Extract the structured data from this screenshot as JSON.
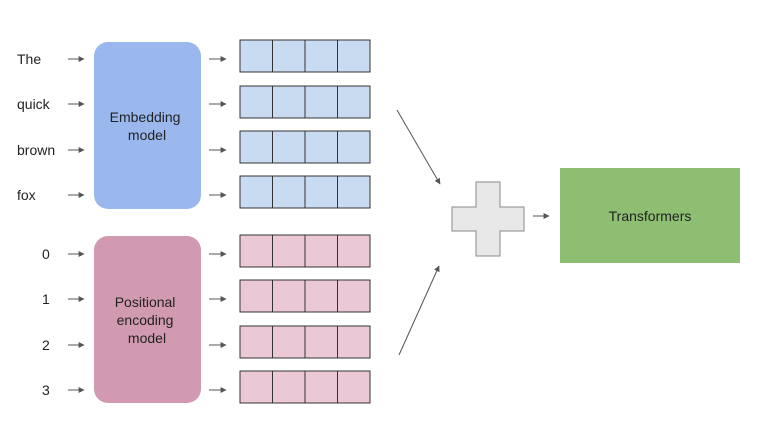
{
  "tokens": [
    "The",
    "quick",
    "brown",
    "fox"
  ],
  "positions": [
    "0",
    "1",
    "2",
    "3"
  ],
  "embedding_model": {
    "lines": [
      "Embedding",
      "model"
    ],
    "color": "#9ab8ee"
  },
  "positional_model": {
    "lines": [
      "Positional",
      "encoding",
      "model"
    ],
    "color": "#d19ab0"
  },
  "vector_cells": 4,
  "embedding_vector_color": "#c9dbf0",
  "positional_vector_color": "#ebc8d6",
  "plus_color": "#e8e8e8",
  "output": {
    "label": "Transformers",
    "color": "#8dbe72"
  }
}
